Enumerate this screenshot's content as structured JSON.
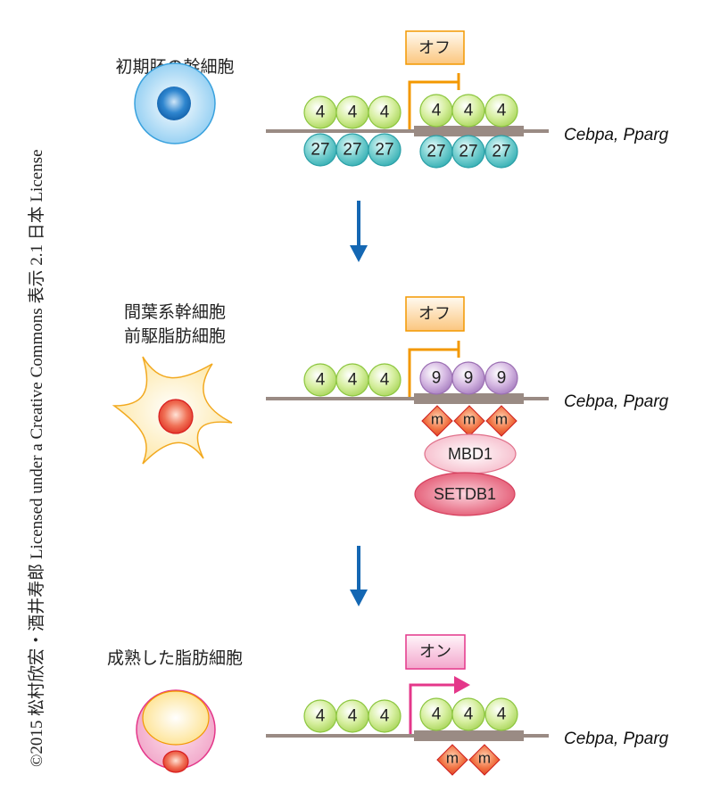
{
  "copyright": "©2015 松村欣宏・酒井寿郎 Licensed under a Creative Commons 表示 2.1 日本 License",
  "gene_label": "Cebpa, Pparg",
  "colors": {
    "dna_line": "#9a8b84",
    "h3k4_fill": "#c9e68f",
    "h3k4_stroke": "#8cc63f",
    "h3k27_fill": "#5fc3c3",
    "h3k27_stroke": "#2a9fa6",
    "h3k9_fill": "#c9a6d6",
    "h3k9_stroke": "#9b6fb3",
    "methyl_fill": "#e8502e",
    "methyl_stroke": "#cc1e1e",
    "off_accent": "#f39800",
    "on_accent": "#e4378a",
    "arrow": "#1467b3",
    "mbd1_fill": "#f8d0da",
    "setdb1_fill": "#e8607a"
  },
  "stages": [
    {
      "cell_label_lines": [
        "初期胚の幹細胞"
      ],
      "cell_type": "embryonic-stem-cell",
      "state_label": "オフ",
      "state": "off",
      "upstream_marks": [
        "4",
        "4",
        "4"
      ],
      "upstream_marks_below": [
        "27",
        "27",
        "27"
      ],
      "gene_marks": [
        "4",
        "4",
        "4"
      ],
      "gene_marks_below": [
        "27",
        "27",
        "27"
      ],
      "methylation": [],
      "proteins": []
    },
    {
      "cell_label_lines": [
        "間葉系幹細胞",
        "前駆脂肪細胞"
      ],
      "cell_type": "preadipocyte",
      "state_label": "オフ",
      "state": "off",
      "upstream_marks": [
        "4",
        "4",
        "4"
      ],
      "upstream_marks_below": [],
      "gene_marks": [
        "9",
        "9",
        "9"
      ],
      "gene_marks_below": [],
      "methylation": [
        "m",
        "m",
        "m"
      ],
      "proteins": [
        "MBD1",
        "SETDB1"
      ]
    },
    {
      "cell_label_lines": [
        "成熟した脂肪細胞"
      ],
      "cell_type": "mature-adipocyte",
      "state_label": "オン",
      "state": "on",
      "upstream_marks": [
        "4",
        "4",
        "4"
      ],
      "upstream_marks_below": [],
      "gene_marks": [
        "4",
        "4",
        "4"
      ],
      "gene_marks_below": [],
      "methylation": [
        "m",
        "m"
      ],
      "proteins": []
    }
  ]
}
